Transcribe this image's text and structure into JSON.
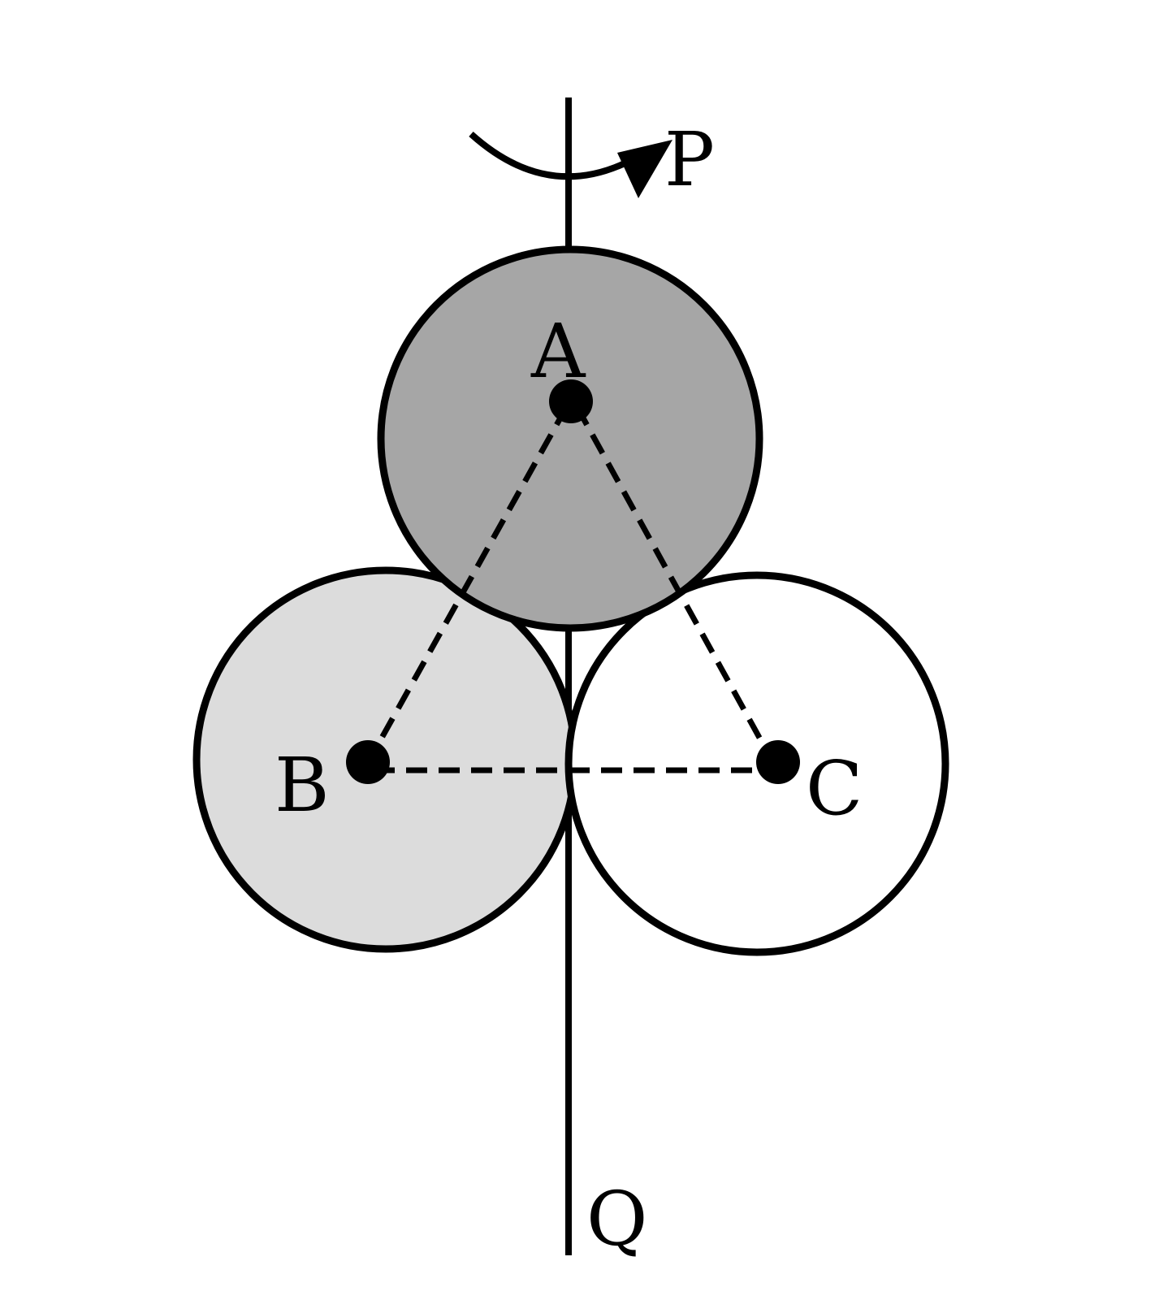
{
  "labels": {
    "axis_top": "P",
    "axis_bottom": "Q",
    "sphere_a": "A",
    "sphere_b": "B",
    "sphere_c": "C"
  },
  "colors": {
    "sphere_a_fill": "#a6a6a6",
    "sphere_b_fill": "#dcdcdc",
    "sphere_c_fill": "#ffffff",
    "stroke": "#000000"
  }
}
